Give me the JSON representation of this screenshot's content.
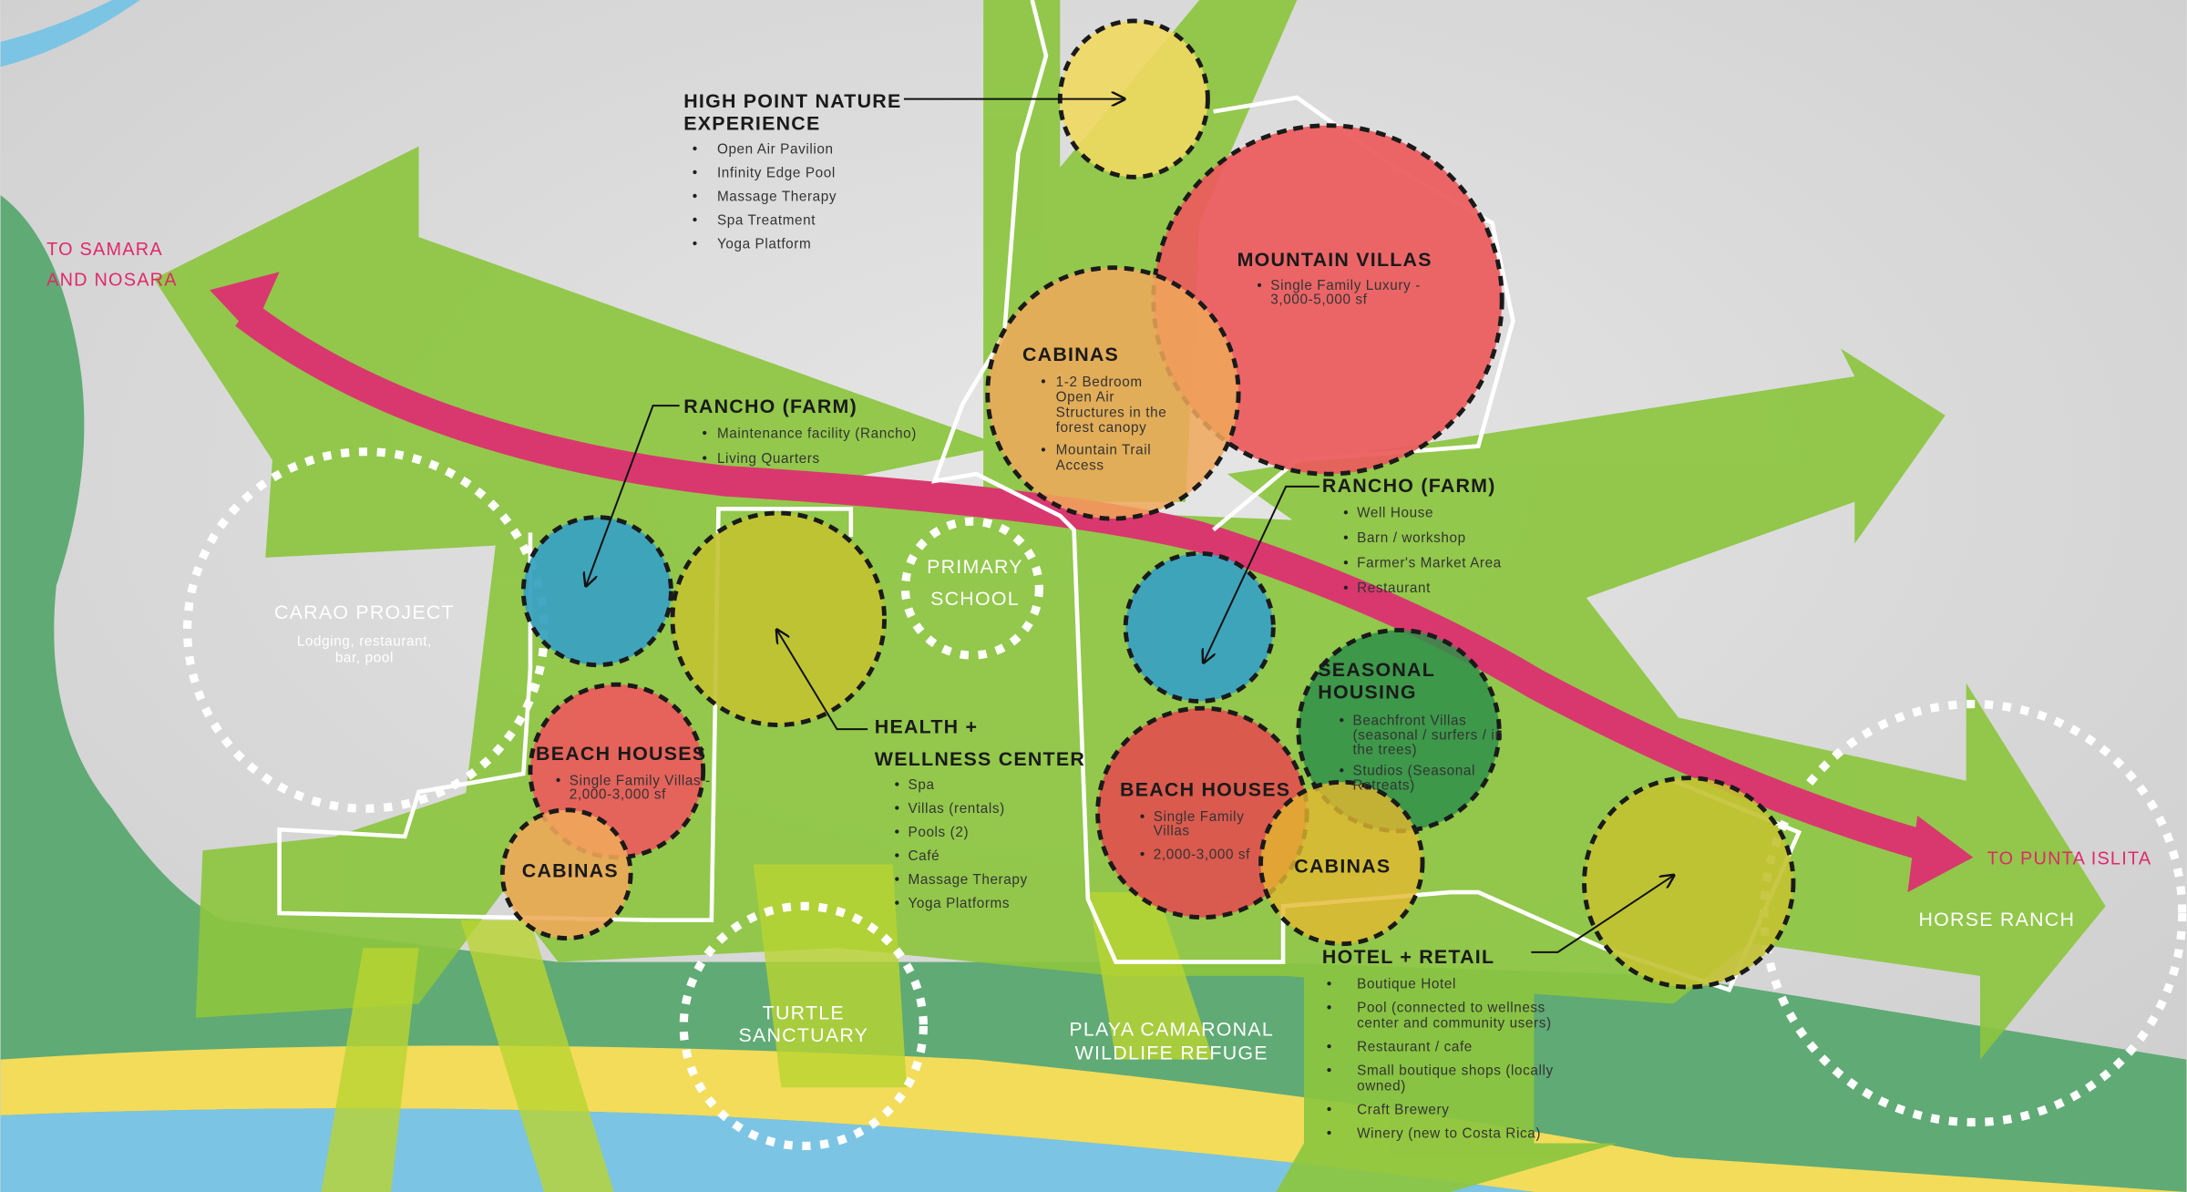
{
  "colors": {
    "road": "#d9386f",
    "green": "#8cc63f",
    "lime": "#b9d531",
    "dark_green": "#5aa870",
    "water": "#7cc4e4",
    "beach": "#f2dc5a",
    "villa_red": "#ec5a5c",
    "cabina_orange": "#f0a85a",
    "rancho_blue": "#3aa2c0",
    "seasonal_green": "#2e8f4a",
    "health_olive": "#c3c232",
    "highpoint_yellow": "#f0d860"
  },
  "labels": {
    "to_samara": [
      "TO SAMARA",
      "AND NOSARA"
    ],
    "to_punta_islita": "TO PUNTA ISLITA",
    "horse_ranch": "HORSE RANCH",
    "carao": {
      "title": "CARAO PROJECT",
      "desc": [
        "Lodging, restaurant,",
        "bar, pool"
      ]
    },
    "primary_school": [
      "PRIMARY",
      "SCHOOL"
    ],
    "turtle_sanctuary": [
      "TURTLE",
      "SANCTUARY"
    ],
    "playa_camaronal": [
      "PLAYA CAMARONAL",
      "WILDLIFE REFUGE"
    ]
  },
  "zones": {
    "high_point": {
      "title": [
        "HIGH POINT NATURE",
        "EXPERIENCE"
      ],
      "items": [
        "Open Air Pavilion",
        "Infinity Edge Pool",
        "Massage Therapy",
        "Spa Treatment",
        "Yoga Platform"
      ]
    },
    "rancho_west": {
      "title": "RANCHO (FARM)",
      "items": [
        "Maintenance facility (Rancho)",
        "Living Quarters"
      ]
    },
    "mountain_villas": {
      "title": "MOUNTAIN VILLAS",
      "items": [
        [
          "Single Family Luxury -",
          "3,000-5,000 sf"
        ]
      ]
    },
    "cabinas_mountain": {
      "title": "CABINAS",
      "items": [
        [
          "1-2 Bedroom",
          "Open Air",
          "Structures in the",
          "forest canopy"
        ],
        [
          "Mountain Trail",
          "Access"
        ]
      ]
    },
    "rancho_east": {
      "title": "RANCHO (FARM)",
      "items": [
        "Well House",
        "Barn  / workshop",
        "Farmer's Market Area",
        "Restaurant"
      ]
    },
    "health_wellness": {
      "title": [
        "HEALTH +",
        "WELLNESS CENTER"
      ],
      "items": [
        "Spa",
        "Villas (rentals)",
        "Pools (2)",
        "Café",
        "Massage Therapy",
        "Yoga Platforms"
      ]
    },
    "seasonal_housing": {
      "title": [
        "SEASONAL",
        "HOUSING"
      ],
      "items": [
        [
          "Beachfront Villas",
          "(seasonal / surfers / in",
          "the trees)"
        ],
        [
          "Studios (Seasonal",
          "Retreats)"
        ]
      ]
    },
    "beach_houses_west": {
      "title": "BEACH HOUSES",
      "items": [
        [
          "Single Family Villas -",
          "2,000-3,000 sf"
        ]
      ]
    },
    "cabinas_west": {
      "title": "CABINAS"
    },
    "beach_houses_east": {
      "title": "BEACH HOUSES",
      "items": [
        [
          "Single Family",
          "Villas"
        ],
        [
          "2,000-3,000 sf"
        ]
      ]
    },
    "cabinas_east": {
      "title": "CABINAS"
    },
    "hotel_retail": {
      "title": "HOTEL + RETAIL",
      "items": [
        "Boutique Hotel",
        [
          "Pool (connected to wellness",
          "center and community users)"
        ],
        "Restaurant / cafe",
        [
          "Small boutique shops (locally",
          "owned)"
        ],
        "Craft Brewery",
        "Winery (new to Costa Rica)"
      ]
    }
  }
}
